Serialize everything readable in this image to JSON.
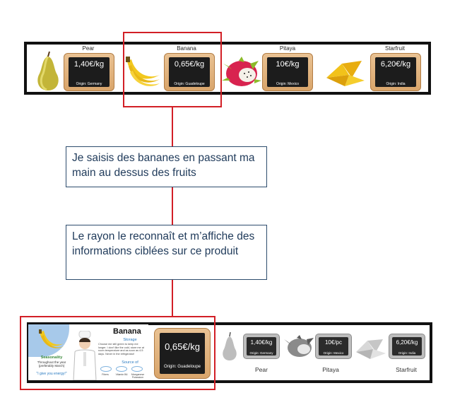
{
  "top_shelf": {
    "products": [
      {
        "name": "Pear",
        "price": "1,40€/kg",
        "origin": "Origin: Germany"
      },
      {
        "name": "Banana",
        "price": "0,65€/kg",
        "origin": "Origin: Guadeloupe"
      },
      {
        "name": "Pitaya",
        "price": "10€/kg",
        "origin": "Origin: Mexico"
      },
      {
        "name": "Starfruit",
        "price": "6,20€/kg",
        "origin": "Origin: India"
      }
    ]
  },
  "callouts": {
    "step1": "Je saisis des bananes en passant ma main au dessus des fruits",
    "step2": "Le rayon le reconnaît et m’affiche des informations ciblées sur ce produit"
  },
  "info_panel": {
    "title": "Banana",
    "storage_title": "Storage",
    "storage_text": "Choose me still green to keep me longer. I don't like the cold, store me at room temperature and as soon as 4-5 days. Never in the refrigerator!",
    "seasonality_title": "Seasonality",
    "seasonality_text": "Throughout the year (preferably March)",
    "quote": "\"I give you energy!\"",
    "source_title": "Source of",
    "sources": [
      "Fibers",
      "Vitamin B6",
      "Manganese Potassium"
    ],
    "price": "0,65€/kg",
    "origin": "Origin: Guadeloupe"
  },
  "bottom_shelf": {
    "products": [
      {
        "name": "Pear",
        "price": "1,40€/kg",
        "origin": "Origin: Germany"
      },
      {
        "name": "Pitaya",
        "price": "10€/pc",
        "origin": "Origin: Mexico"
      },
      {
        "name": "Starfruit",
        "price": "6,20€/kg",
        "origin": "Origin: India"
      }
    ]
  },
  "colors": {
    "highlight": "#d21f26",
    "callout_text": "#1f3a5a",
    "board": "#d9a56b"
  }
}
